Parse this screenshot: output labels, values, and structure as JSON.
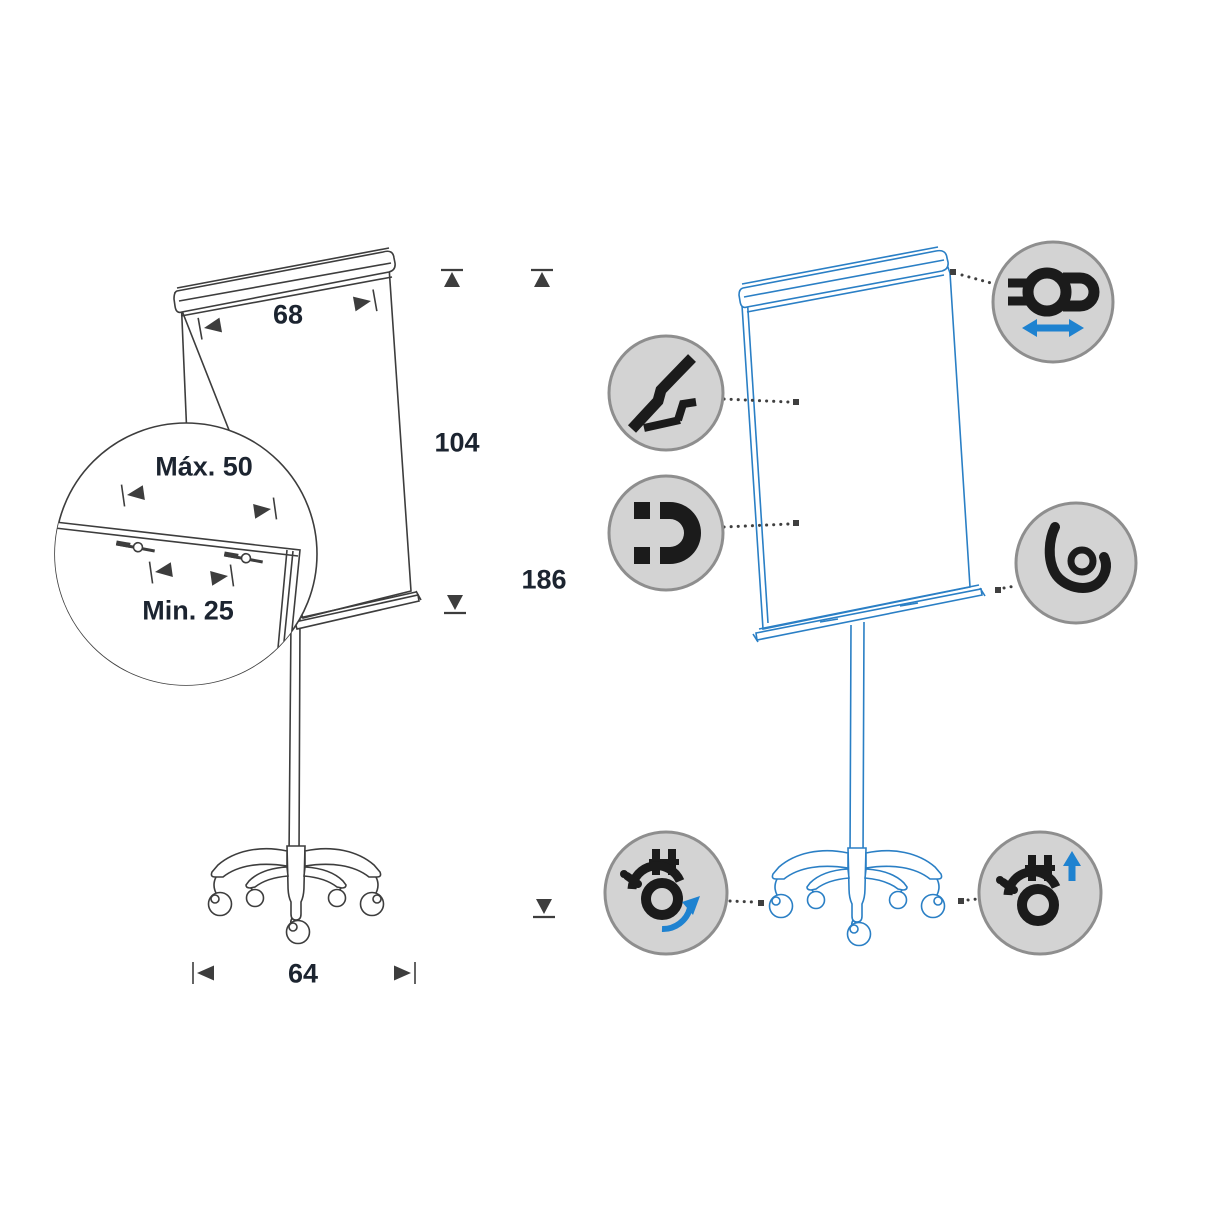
{
  "title": "mobile-flipchart-easel-spec-diagram",
  "colors": {
    "background": "#ffffff",
    "line_dark": "#3d3d3d",
    "line_blue": "#2a7fc5",
    "text_dark": "#1c2430",
    "badge_fill": "#d3d3d3",
    "badge_border": "#8e8e8e",
    "icon_black": "#1b1b1b",
    "accent_blue": "#1e82d0",
    "leader": "#3f3f3f"
  },
  "dimension_labels": {
    "paper_width": "68",
    "board_height": "104",
    "total_height": "186",
    "base_width": "64",
    "clamp_max": "Máx. 50",
    "clamp_min": "Min. 25"
  },
  "feature_icons": [
    {
      "icon": "pen-tray-icon"
    },
    {
      "icon": "magnet-icon"
    },
    {
      "icon": "paper-clamp-width-adjust-icon"
    },
    {
      "icon": "caster-hook-icon"
    },
    {
      "icon": "caster-swivel-icon"
    },
    {
      "icon": "caster-lock-lift-icon"
    }
  ]
}
